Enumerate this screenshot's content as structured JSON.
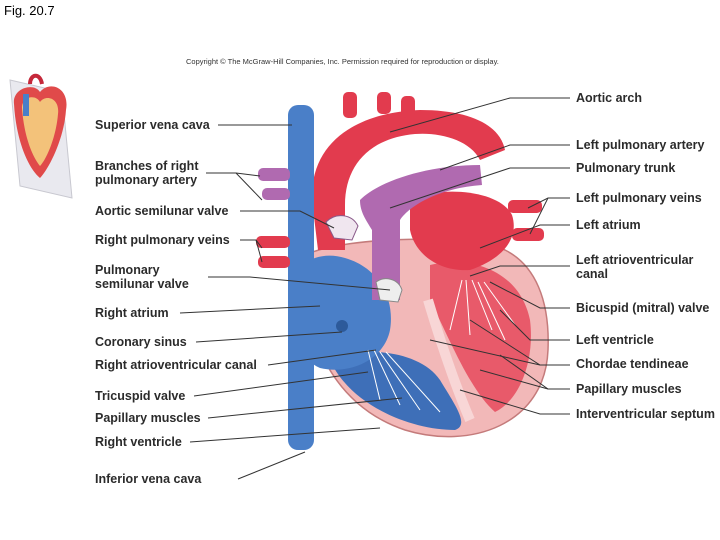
{
  "figure_label": "Fig. 20.7",
  "copyright": "Copyright © The McGraw-Hill Companies, Inc. Permission required for reproduction or display.",
  "labels_left": [
    "Superior vena cava",
    "Branches of right pulmonary artery",
    "Aortic semilunar valve",
    "Right pulmonary veins",
    "Pulmonary semilunar valve",
    "Right atrium",
    "Coronary sinus",
    "Right atrioventricular canal",
    "Tricuspid valve",
    "Papillary muscles",
    "Right ventricle",
    "Inferior vena cava"
  ],
  "labels_right": [
    "Aortic arch",
    "Left pulmonary artery",
    "Pulmonary trunk",
    "Left pulmonary veins",
    "Left atrium",
    "Left atrioventricular canal",
    "Bicuspid (mitral) valve",
    "Left ventricle",
    "Chordae tendineae",
    "Papillary muscles",
    "Interventricular septum"
  ],
  "colors": {
    "oxygenated": "#e23b4e",
    "deoxygenated": "#4a7fc8",
    "pulmonary_trunk": "#b06ab0",
    "myocardium": "#f2b8b8",
    "leader_line": "#333333"
  }
}
